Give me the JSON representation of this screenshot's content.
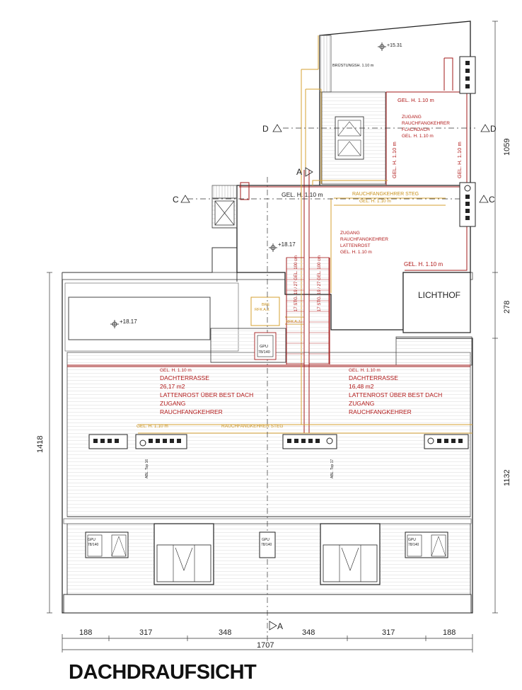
{
  "title": "DACHDRAUFSICHT",
  "section_marks": {
    "a_top": "A",
    "a_bottom": "A",
    "c_left": "C",
    "c_right": "C",
    "d_left": "D",
    "d_right": "D"
  },
  "elevations": {
    "top": "+15.31",
    "mid": "+18.17",
    "left": "+18.17"
  },
  "labels": {
    "bruestung": "BRÜSTUNGSH. 1.10 m",
    "gel_top": "GEL. H. 1.10 m",
    "zugang_flachdach": [
      "ZUGANG",
      "RAUCHFANGKEHRER",
      "FLACHDACH",
      "GEL. H. 1.10 m"
    ],
    "gel_vert_left": "GEL. H. 1.10 m",
    "gel_vert_right": "GEL. H. 1.10 m",
    "gel_mid": "GEL. H. 1.10 m",
    "steg": "RAUCHFANGKEHRER STEG",
    "steg_gel": "GEL. H. 1.10 m",
    "zugang_lattenrost": [
      "ZUGANG",
      "RAUCHFANGKEHRER",
      "LATTENROST",
      "GEL. H. 1.10 m"
    ],
    "gel_right": "GEL. H. 1.10 m",
    "lichthof": "LICHTHOF",
    "stair_left": "17 STG. 19 / 27 GEL. 100 cm",
    "stair_right": "17 STG. 19 / 27 GEL. 100 cm",
    "bre": [
      "BRE",
      "RFK A.J."
    ],
    "rfk_small": "RFK A.J.",
    "gpu_center": [
      "GPU",
      "78/140"
    ],
    "terrace_left": [
      "GEL. H. 1.10 m",
      "DACHTERRASSE",
      "26,17 m2",
      "LATTENROST ÜBER BEST DACH",
      "ZUGANG",
      "RAUCHFANGKEHRER"
    ],
    "terrace_right": [
      "GEL. H. 1.10 m",
      "DACHTERRASSE",
      "16,48 m2",
      "LATTENROST ÜBER BEST DACH",
      "ZUGANG",
      "RAUCHFANGKEHRER"
    ],
    "gel_lower": "GEL. H. 1.10 m",
    "steg_lower": "RAUCHFANGKEHRER STEG",
    "abl_top16": "ABL. Top 16",
    "abl_top17": "ABL. Top 17",
    "gpu_window": [
      "GPU",
      "78/140"
    ]
  },
  "dimensions": {
    "bottom": [
      "188",
      "317",
      "348",
      "348",
      "317",
      "188"
    ],
    "total": "1707",
    "right": [
      "1059",
      "278",
      "1132"
    ],
    "left": "1418"
  }
}
